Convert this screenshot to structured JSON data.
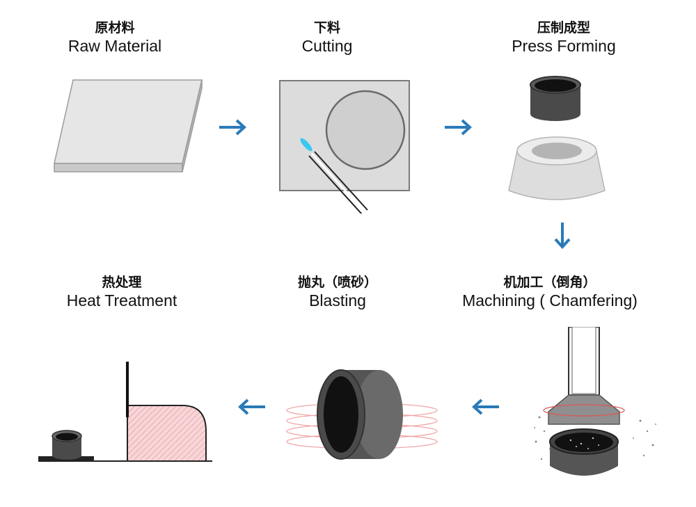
{
  "colors": {
    "arrow": "#2a7ab8",
    "steel_dark": "#3a3a3a",
    "plate": "#e3e3e3",
    "heat_fill": "#f2c9cc"
  },
  "steps": [
    {
      "cn": "原材料",
      "en": "Raw Material"
    },
    {
      "cn": "下料",
      "en": "Cutting"
    },
    {
      "cn": "压制成型",
      "en": "Press Forming"
    },
    {
      "cn": "机加工（倒角）",
      "en": "Machining ( Chamfering)"
    },
    {
      "cn": "抛丸（喷砂）",
      "en": "Blasting"
    },
    {
      "cn": "热处理",
      "en": "Heat Treatment"
    }
  ]
}
